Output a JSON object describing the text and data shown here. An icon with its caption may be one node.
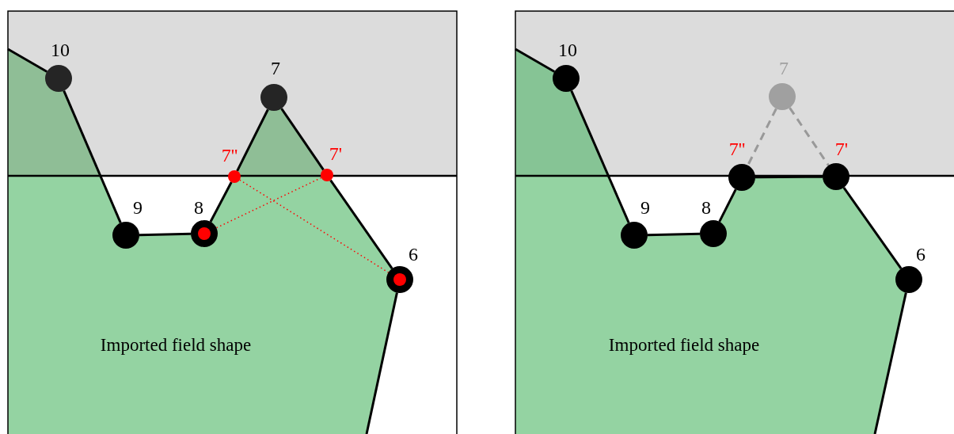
{
  "diagram": {
    "nodes": [
      {
        "text": [],
        "shape": "circle",
        "beside": [
          "10"
        ]
      },
      {
        "text": [],
        "shape": "circle",
        "beside": [
          "7"
        ]
      },
      {
        "text": [],
        "shape": "circle",
        "beside": [
          "7''"
        ]
      },
      {
        "text": [],
        "shape": "circle",
        "beside": [
          "7'"
        ]
      },
      {
        "text": [],
        "shape": "circle",
        "beside": [
          "9"
        ]
      },
      {
        "text": [],
        "shape": "circle",
        "beside": [
          "8"
        ]
      },
      {
        "text": [],
        "shape": "circle",
        "beside": [
          "6"
        ]
      },
      {
        "text": [],
        "shape": "circle",
        "beside": [
          "10"
        ]
      },
      {
        "text": [],
        "shape": "circle",
        "beside": [
          "7"
        ]
      },
      {
        "text": [],
        "shape": "circle",
        "beside": [
          "7''"
        ]
      },
      {
        "text": [],
        "shape": "circle",
        "beside": [
          "7'"
        ]
      },
      {
        "text": [],
        "shape": "circle",
        "beside": [
          "9"
        ]
      },
      {
        "text": [],
        "shape": "circle",
        "beside": [
          "8"
        ]
      },
      {
        "text": [],
        "shape": "circle",
        "beside": [
          "6"
        ]
      }
    ],
    "edges": [
      {
        "from": null,
        "to": 0,
        "arrow": "none"
      },
      {
        "from": 0,
        "to": 4,
        "arrow": "none"
      },
      {
        "from": 4,
        "to": 5,
        "arrow": "none"
      },
      {
        "from": 5,
        "to": 2,
        "arrow": "none"
      },
      {
        "from": 2,
        "to": 1,
        "arrow": "none"
      },
      {
        "from": 1,
        "to": 3,
        "arrow": "none"
      },
      {
        "from": 3,
        "to": 6,
        "arrow": "none"
      },
      {
        "from": 6,
        "to": null,
        "arrow": "none"
      },
      {
        "from": 2,
        "to": 6,
        "arrow": "none",
        "style": "dashed",
        "color": "#ff0000"
      },
      {
        "from": 3,
        "to": 5,
        "arrow": "none",
        "style": "dashed",
        "color": "#ff0000"
      },
      {
        "from": null,
        "to": 7,
        "arrow": "none"
      },
      {
        "from": 7,
        "to": 11,
        "arrow": "none"
      },
      {
        "from": 11,
        "to": 12,
        "arrow": "none"
      },
      {
        "from": 12,
        "to": 9,
        "arrow": "none"
      },
      {
        "from": 9,
        "to": 10,
        "arrow": "none"
      },
      {
        "from": 10,
        "to": 13,
        "arrow": "none"
      },
      {
        "from": 13,
        "to": null,
        "arrow": "none"
      },
      {
        "from": 8,
        "to": 9,
        "arrow": "none",
        "style": "dashed",
        "color": "#999999"
      },
      {
        "from": 8,
        "to": 10,
        "arrow": "none",
        "style": "dashed",
        "color": "#999999"
      }
    ],
    "labels": [
      "Imported field shape",
      "Imported field shape"
    ]
  }
}
